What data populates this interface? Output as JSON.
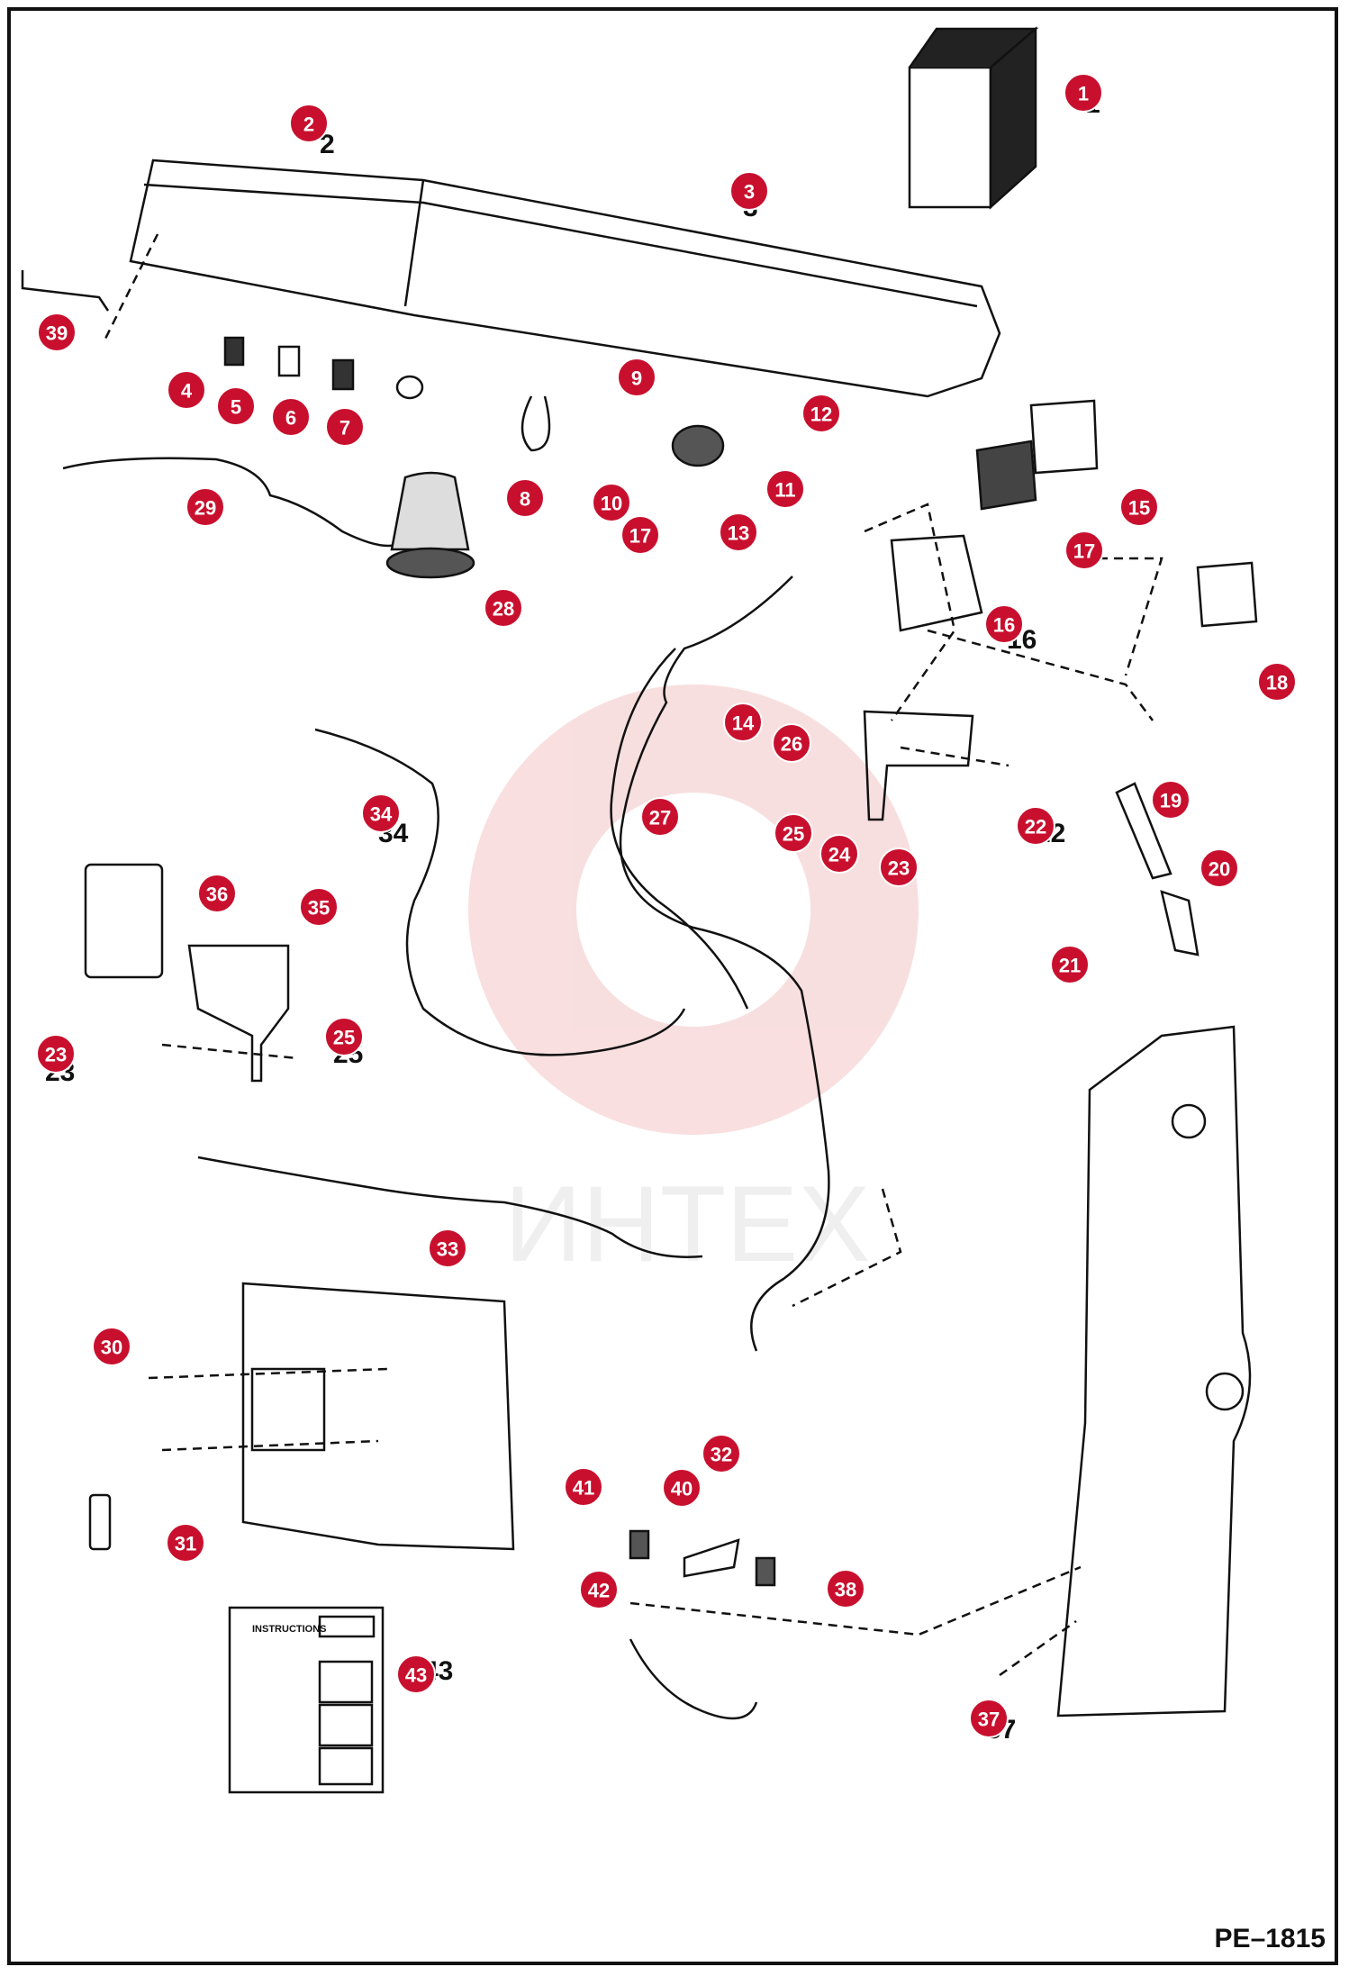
{
  "diagram": {
    "reference_code": "PE–1815",
    "watermark_text": "ИНТЕХ",
    "instructions_label": "INSTRUCTIONS",
    "callout_color": "#c8102e",
    "callouts": [
      {
        "label": "1"
      },
      {
        "label": "2"
      },
      {
        "label": "3"
      },
      {
        "label": "4"
      },
      {
        "label": "5"
      },
      {
        "label": "6"
      },
      {
        "label": "7"
      },
      {
        "label": "8"
      },
      {
        "label": "9"
      },
      {
        "label": "10"
      },
      {
        "label": "11"
      },
      {
        "label": "12"
      },
      {
        "label": "13"
      },
      {
        "label": "14"
      },
      {
        "label": "15"
      },
      {
        "label": "16"
      },
      {
        "label": "17"
      },
      {
        "label": "17"
      },
      {
        "label": "18"
      },
      {
        "label": "19"
      },
      {
        "label": "20"
      },
      {
        "label": "21"
      },
      {
        "label": "22"
      },
      {
        "label": "23"
      },
      {
        "label": "23"
      },
      {
        "label": "24"
      },
      {
        "label": "25"
      },
      {
        "label": "25"
      },
      {
        "label": "26"
      },
      {
        "label": "27"
      },
      {
        "label": "28"
      },
      {
        "label": "29"
      },
      {
        "label": "30"
      },
      {
        "label": "31"
      },
      {
        "label": "32"
      },
      {
        "label": "33"
      },
      {
        "label": "34"
      },
      {
        "label": "35"
      },
      {
        "label": "36"
      },
      {
        "label": "37"
      },
      {
        "label": "38"
      },
      {
        "label": "39"
      },
      {
        "label": "40"
      },
      {
        "label": "41"
      },
      {
        "label": "42"
      },
      {
        "label": "43"
      }
    ]
  }
}
